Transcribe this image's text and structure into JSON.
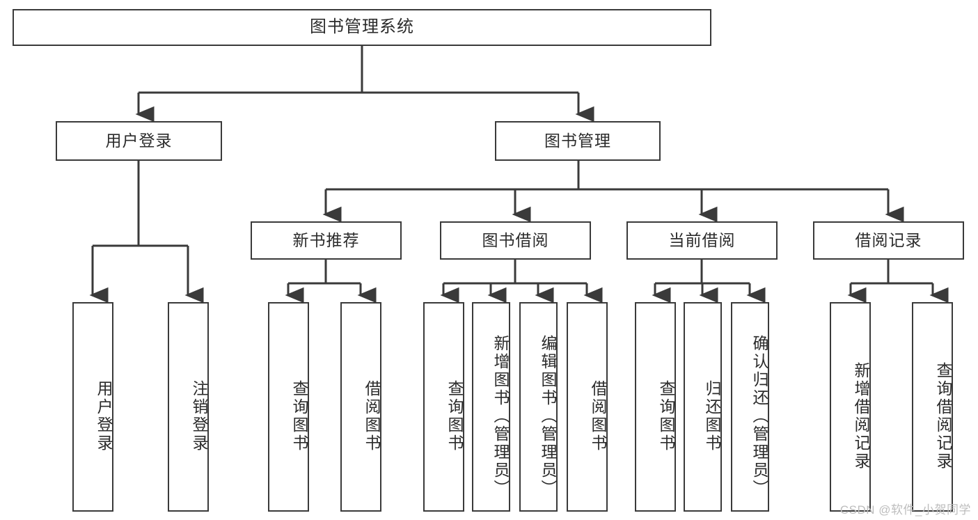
{
  "diagram": {
    "title": "图书管理系统",
    "type": "tree-hierarchy-chart",
    "colors": {
      "stroke": "#3a3a3a",
      "fill": "#ffffff",
      "text": "#2b2b2b",
      "watermark": "#bdbdbd"
    }
  },
  "watermark": {
    "text": "CSDN @软件_小贺同学"
  },
  "nodes": {
    "root": {
      "label": "图书管理系统",
      "level": 0
    },
    "l1": [
      {
        "id": "user_login",
        "label": "用户登录",
        "level": 1
      },
      {
        "id": "book_manage",
        "label": "图书管理",
        "level": 1
      }
    ],
    "l2": [
      {
        "id": "new_book_rec",
        "label": "新书推荐",
        "level": 2,
        "parent": "book_manage"
      },
      {
        "id": "book_borrow",
        "label": "图书借阅",
        "level": 2,
        "parent": "book_manage"
      },
      {
        "id": "current_borrow",
        "label": "当前借阅",
        "level": 2,
        "parent": "book_manage"
      },
      {
        "id": "borrow_record",
        "label": "借阅记录",
        "level": 2,
        "parent": "book_manage"
      }
    ],
    "leaves": [
      {
        "id": "leaf_user_login",
        "label": "用户登录",
        "parent": "user_login"
      },
      {
        "id": "leaf_user_logout",
        "label": "注销登录",
        "parent": "user_login"
      },
      {
        "id": "leaf_rec_query",
        "label": "查询图书",
        "parent": "new_book_rec"
      },
      {
        "id": "leaf_rec_borrow",
        "label": "借阅图书",
        "parent": "new_book_rec"
      },
      {
        "id": "leaf_borrow_query",
        "label": "查询图书",
        "parent": "book_borrow"
      },
      {
        "id": "leaf_borrow_add",
        "label": "新增图书（管理员）",
        "parent": "book_borrow"
      },
      {
        "id": "leaf_borrow_edit",
        "label": "编辑图书（管理员）",
        "parent": "book_borrow"
      },
      {
        "id": "leaf_borrow_do",
        "label": "借阅图书",
        "parent": "book_borrow"
      },
      {
        "id": "leaf_cur_query",
        "label": "查询图书",
        "parent": "current_borrow"
      },
      {
        "id": "leaf_cur_return",
        "label": "归还图书",
        "parent": "current_borrow"
      },
      {
        "id": "leaf_cur_confirm",
        "label": "确认归还（管理员）",
        "parent": "current_borrow"
      },
      {
        "id": "leaf_rec_add",
        "label": "新增借阅记录",
        "parent": "borrow_record"
      },
      {
        "id": "leaf_rec_search",
        "label": "查询借阅记录",
        "parent": "borrow_record"
      }
    ]
  }
}
